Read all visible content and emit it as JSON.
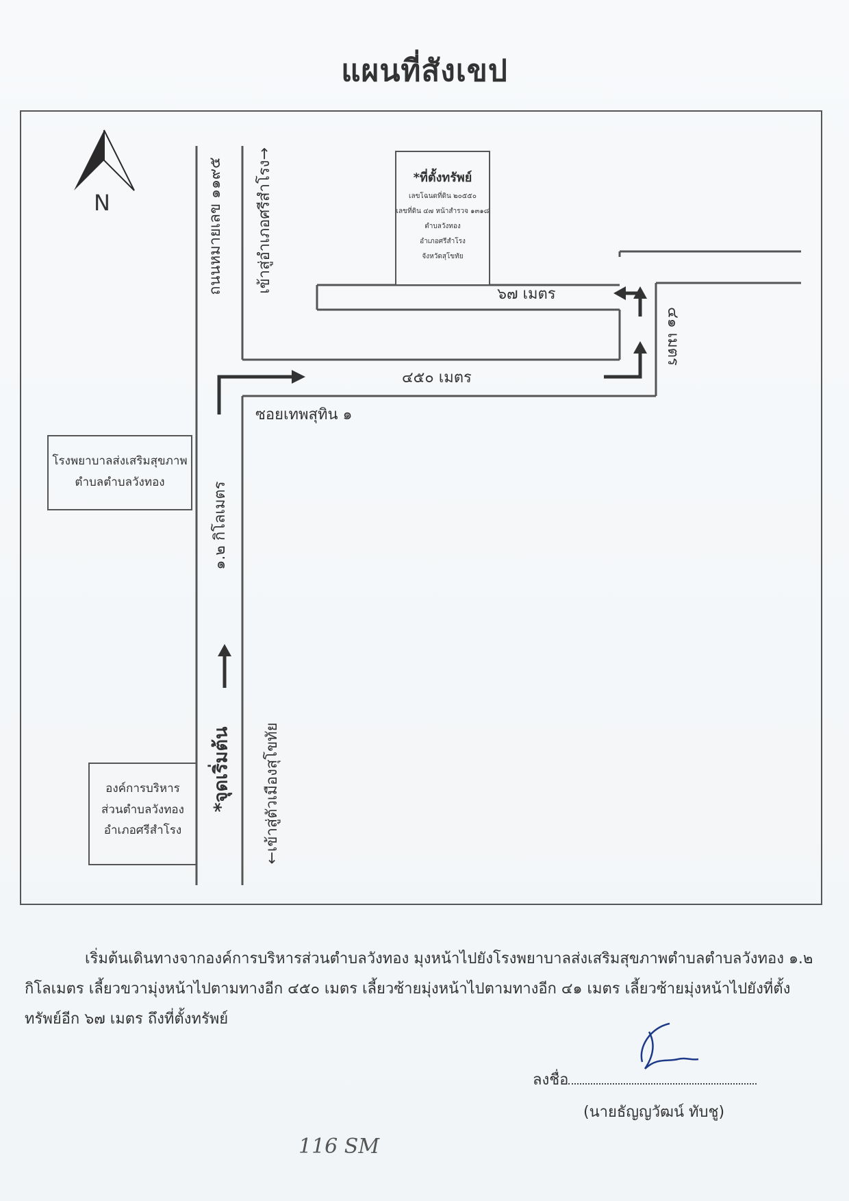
{
  "title": "แผนที่สังเขป",
  "north_label": "N",
  "roads": {
    "highway_label": "ถนนหมายเลข ๑๑๙๕",
    "to_srisamrong": "เข้าสู่อำเภอศรีสำโรง→",
    "to_mueang_sukhothai": "←เข้าสู่ตัวเมืองสุโขทัย",
    "soi_label": "ซอยเทพสุทิน ๑"
  },
  "distances": {
    "d1": "๑.๒ กิโลเมตร",
    "d2": "๔๕๐ เมตร",
    "d3": "๔๑ เมตร",
    "d4": "๖๗ เมตร"
  },
  "start_label": "*จุดเริ่มต้น",
  "property": {
    "title": "*ที่ตั้งทรัพย์",
    "lines": [
      "เลขโฉนดที่ดิน ๒๐๕๕๐",
      "เลขที่ดิน ๔๗ หน้าสำรวจ ๑๓๑๘",
      "ตำบลวังทอง",
      "อำเภอศรีสำโรง",
      "จังหวัดสุโขทัย"
    ]
  },
  "hospital": {
    "line1": "โรงพยาบาลส่งเสริมสุขภาพ",
    "line2": "ตำบลตำบลวังทอง"
  },
  "sao": {
    "line1": "องค์การบริหาร",
    "line2": "ส่วนตำบลวังทอง",
    "line3": "อำเภอศรีสำโรง"
  },
  "description": "เริ่มต้นเดินทางจากองค์การบริหารส่วนตำบลวังทอง มุงหน้าไปยังโรงพยาบาลส่งเสริมสุขภาพตำบลตำบลวังทอง ๑.๒ กิโลเมตร เลี้ยวขวามุ่งหน้าไปตามทางอีก ๔๕๐ เมตร เลี้ยวซ้ายมุ่งหน้าไปตามทางอีก ๔๑ เมตร เลี้ยวซ้ายมุ่งหน้าไปยังที่ตั้งทรัพย์อีก ๖๗ เมตร ถึงที่ตั้งทรัพย์",
  "signature": {
    "label": "ลงชื่อ",
    "name": "(นายธัญญวัฒน์ ทับชู)"
  },
  "handwritten_note": "116 SM"
}
